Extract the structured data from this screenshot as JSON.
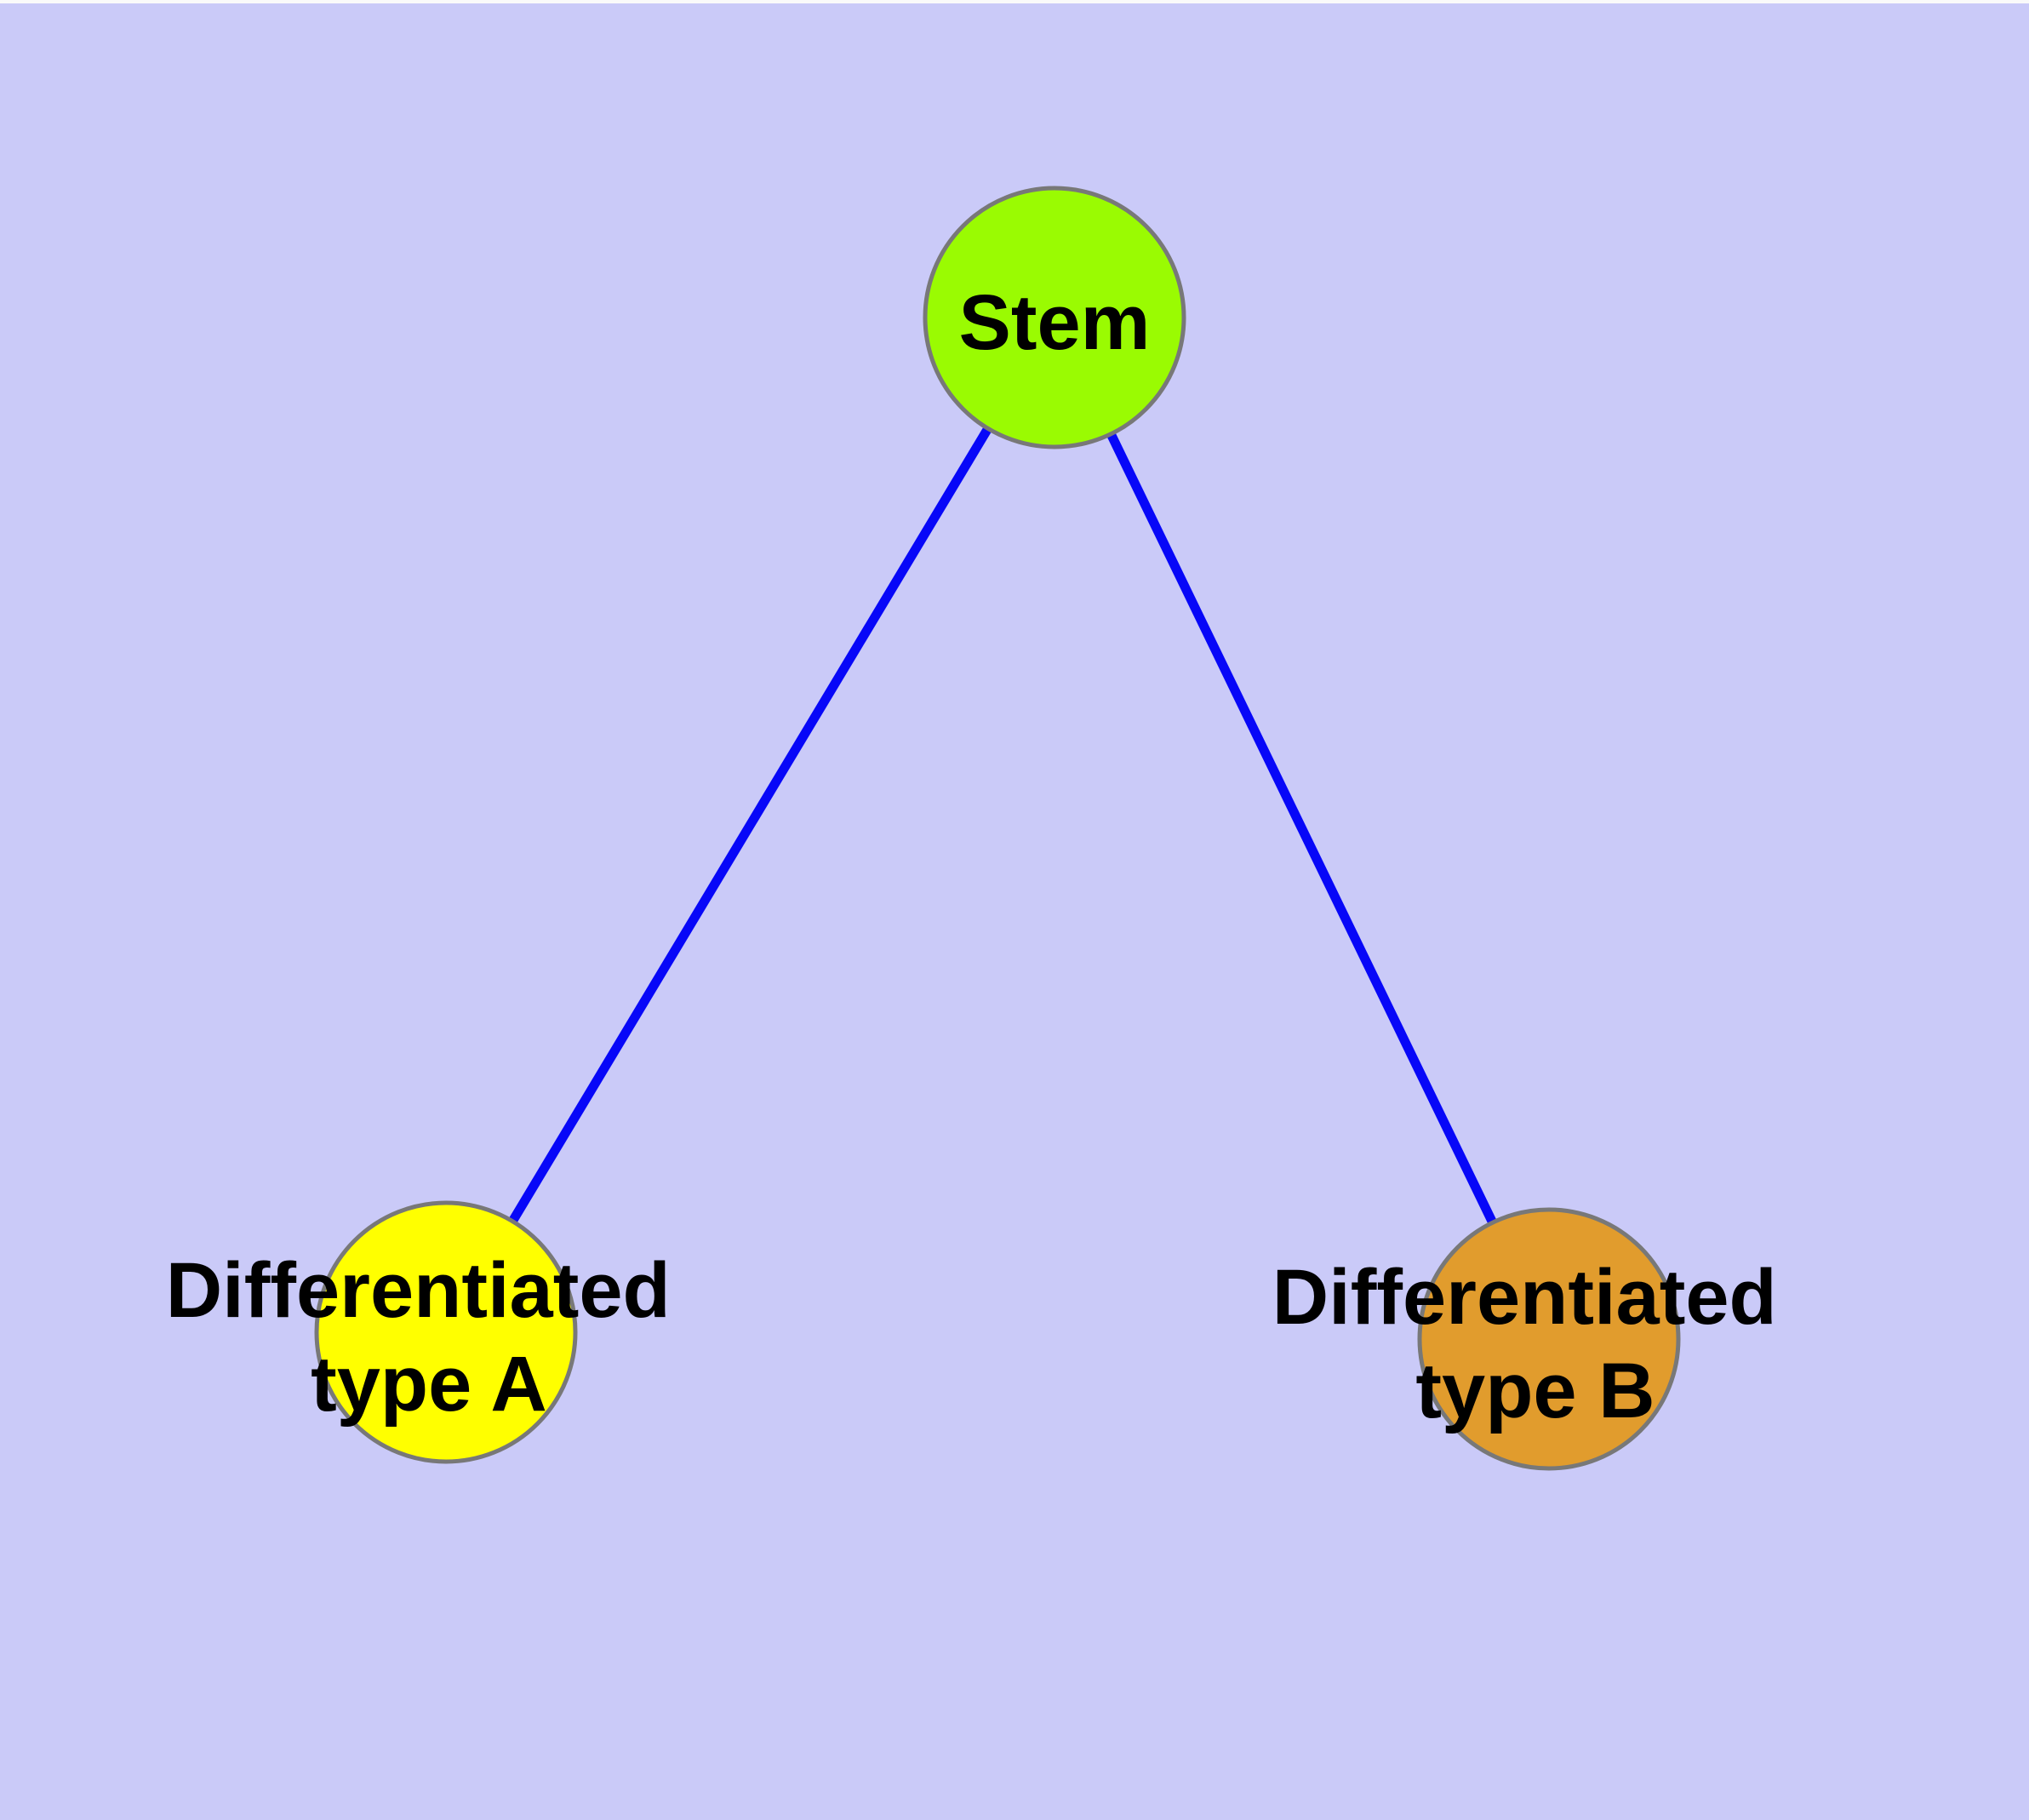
{
  "canvas": {
    "background_color": "#CACAF8",
    "top_border_color": "#FAFAFA"
  },
  "graph": {
    "edge_color": "#0707F8",
    "node_border_color": "#787878",
    "label_color": "#000000",
    "nodes": {
      "stem": {
        "label": "Stem",
        "color": "#9AFB02"
      },
      "type_a": {
        "lines": [
          "Differentiated",
          "type A"
        ],
        "color": "#FFFF00"
      },
      "type_b": {
        "lines": [
          "Differentiated",
          "type B"
        ],
        "color": "#E19C2D"
      }
    },
    "edges": [
      {
        "from": "Stem",
        "to": "Differentiated type A"
      },
      {
        "from": "Stem",
        "to": "Differentiated type B"
      }
    ]
  }
}
